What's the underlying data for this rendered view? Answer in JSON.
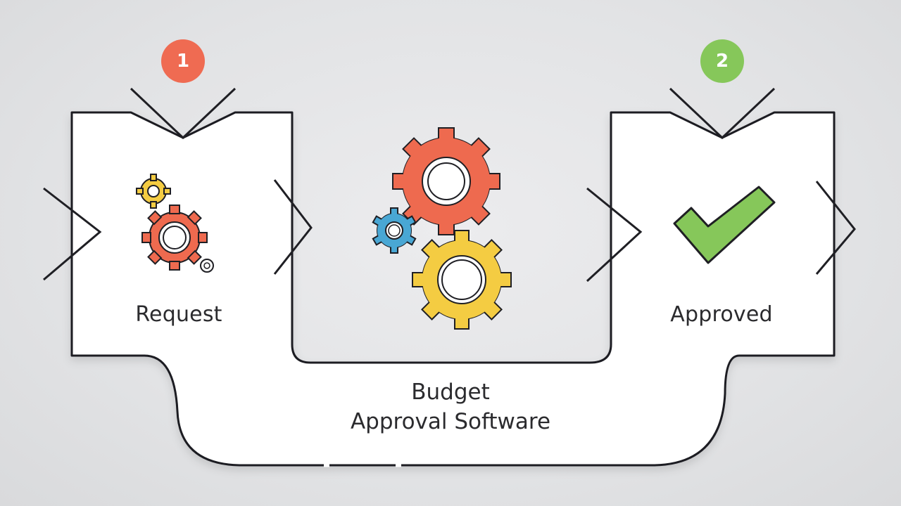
{
  "steps": [
    {
      "number": "1",
      "label": "Request",
      "badge_color": "#ef6b52"
    },
    {
      "number": "2",
      "label": "Approved",
      "badge_color": "#86c75a"
    }
  ],
  "center": {
    "title_line1": "Budget",
    "title_line2": "Approval Software"
  },
  "colors": {
    "stroke": "#1f1f24",
    "panel": "#ffffff",
    "gear_red": "#ee6a4f",
    "gear_yellow": "#f4cc42",
    "gear_blue": "#49a7d4",
    "check_green": "#86c75a"
  },
  "icons": [
    "gears-icon",
    "gears-process-icon",
    "checkmark-icon"
  ]
}
